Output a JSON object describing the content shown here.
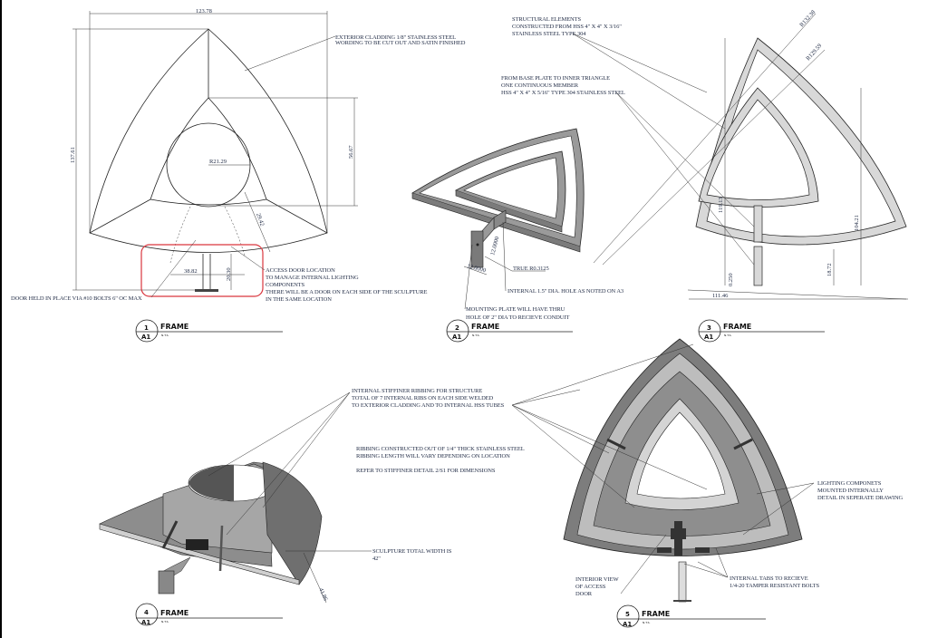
{
  "view1": {
    "dims": {
      "width": "123.78",
      "height": "137.61",
      "inner_height": "56.67",
      "radius": "R21.29",
      "diag": "29.42",
      "door_width": "38.82",
      "door_height": "20.30"
    },
    "notes": {
      "cladding_1": "EXTERIOR CLADDING 1/8\" STAINLESS STEEL",
      "cladding_2": "WORDING TO BE CUT OUT AND SATIN FINISHED",
      "door_bolts": "DOOR HELD IN PLACE  VIA #10 BOLTS 6\" OC MAX",
      "access_1": "ACCESS DOOR LOCATION",
      "access_2": "TO MANAGE INTERNAL LIGHTING",
      "access_3": "COMPONENTS",
      "access_4": "THERE WILL BE A DOOR ON EACH SIDE OF THE SCULPTURE",
      "access_5": "IN THE SAME LOCATION"
    },
    "label": {
      "num": "1",
      "sheet": "A1",
      "title": "FRAME",
      "scale": "N.T.S."
    },
    "highlight_color": "#d9363e"
  },
  "view2": {
    "dims": {
      "a": "12.0000",
      "b": "12.0000"
    },
    "notes": {
      "radius": "TRUE R0.3125",
      "hole": "INTERNAL 1.5\" DIA. HOLE AS NOTED ON A3",
      "plate_1": "MOUNTING PLATE WILL HAVE THRU",
      "plate_2": "HOLE OF 2\" DIA TO RECIEVE CONDUIT"
    },
    "label": {
      "num": "2",
      "sheet": "A1",
      "title": "FRAME",
      "scale": "N.T.S."
    }
  },
  "view3": {
    "dims": {
      "r_outer": "R132.38",
      "r_inner": "R129.59",
      "width": "111.46",
      "h1": "119.13",
      "h2": "104.21",
      "h3": "18.72",
      "h4": "0.250"
    },
    "notes": {
      "struct_1": "STRUCTURAL ELEMENTS",
      "struct_2": "CONSTRUCTED FROM HSS 4\" X 4\" X 3/16\"",
      "struct_3": "STAINLESS STEEL TYPE 304",
      "base_1": "FROM BASE PLATE TO INNER TRIANGLE",
      "base_2": "ONE CONTINUOUS MEMBER",
      "base_3": "HSS 4\" X 4\" X 5/16\" TYPE 304 STAINLESS STEEL"
    },
    "label": {
      "num": "3",
      "sheet": "A1",
      "title": "FRAME",
      "scale": "N.T.S."
    }
  },
  "view4": {
    "dims": {
      "depth": "41.86"
    },
    "notes": {
      "rib_1": "INTERNAL STIFFINER RIBBING FOR STRUCTURE",
      "rib_2": "TOTAL OF 7 INTERNAL RIBS ON EACH SIDE WELDED",
      "rib_3": "TO EXTERIOR CLADDING AND TO INTERNAL HSS TUBES",
      "mat_1": "RIBBING CONSTRUCTED OUT OF 1/4\" THICK STAINLESS STEEL",
      "mat_2": "RIBBING LENGTH WILL VARY DEPENDING ON LOCATION",
      "mat_3": "REFER TO STIFFINER DETAIL 2/S1 FOR DIMENSIONS",
      "width_1": "SCULPTURE TOTAL WIDTH IS",
      "width_2": "42\""
    },
    "label": {
      "num": "4",
      "sheet": "A1",
      "title": "FRAME",
      "scale": "N.T.S."
    }
  },
  "view5": {
    "notes": {
      "light_1": "LIGHTING COMPONETS",
      "light_2": "MOUNTED INTERNALLY",
      "light_3": "DETAIL IN SEPERATE DRAWING",
      "tabs_1": "INTERNAL TABS TO RECIEVE",
      "tabs_2": "1/4-20 TAMPER RESISTANT BOLTS",
      "int_1": "INTERIOR VIEW",
      "int_2": "OF ACCESS",
      "int_3": "DOOR"
    },
    "label": {
      "num": "5",
      "sheet": "A1",
      "title": "FRAME",
      "scale": "N.T.S."
    }
  }
}
